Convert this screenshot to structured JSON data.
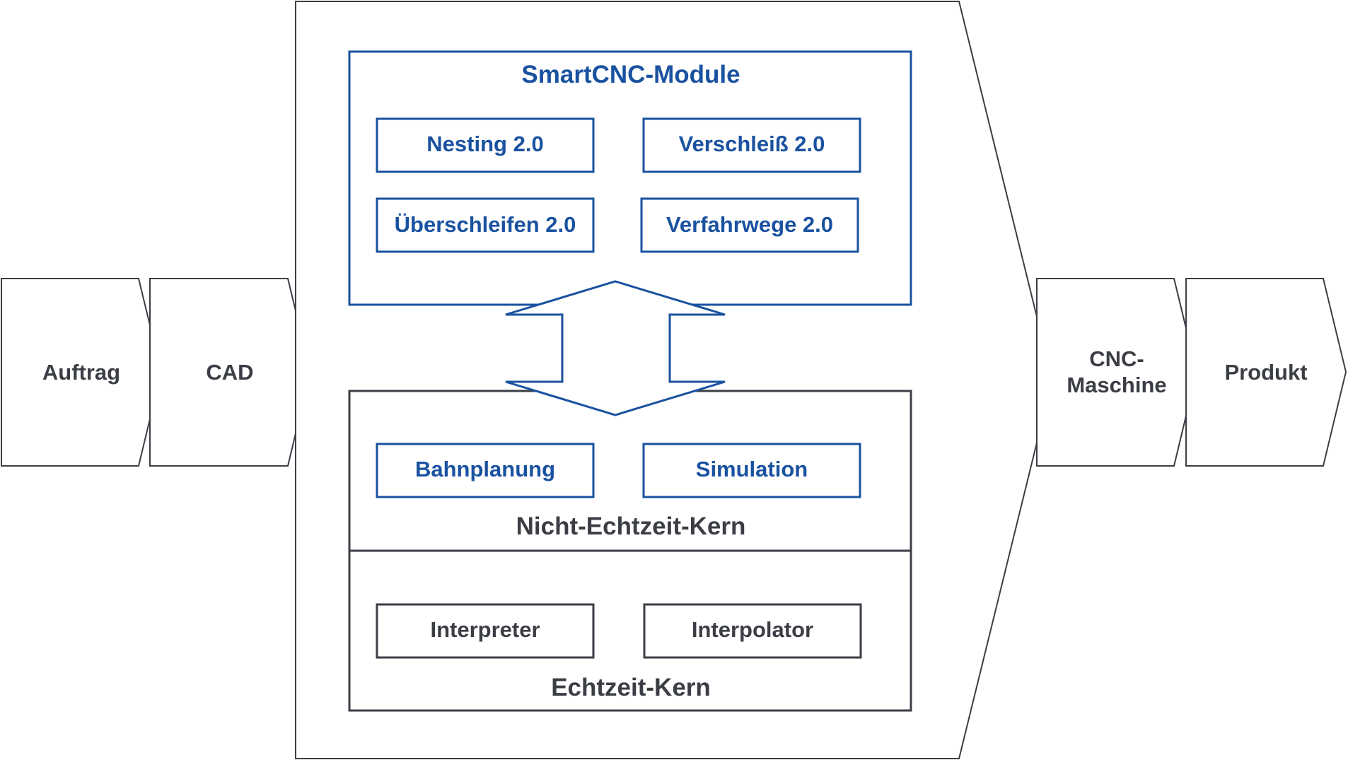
{
  "colors": {
    "accent_blue": "#1a52a0",
    "outline_dark": "#3b3e44",
    "background": "#ffffff"
  },
  "process": {
    "auftrag": "Auftrag",
    "cad": "CAD",
    "cnc_line1": "CNC-",
    "cnc_line2": "Maschine",
    "produkt": "Produkt"
  },
  "smartcnc": {
    "title": "SmartCNC-Module",
    "modules": {
      "nesting": "Nesting 2.0",
      "verschleiss": "Verschleiß 2.0",
      "ueberschleifen": "Überschleifen 2.0",
      "verfahrwege": "Verfahrwege 2.0"
    }
  },
  "nicht_echtzeit": {
    "title": "Nicht-Echtzeit-Kern",
    "bahnplanung": "Bahnplanung",
    "simulation": "Simulation"
  },
  "echtzeit": {
    "title": "Echtzeit-Kern",
    "interpreter": "Interpreter",
    "interpolator": "Interpolator"
  },
  "connector": {
    "icon": "double-arrow-icon"
  }
}
